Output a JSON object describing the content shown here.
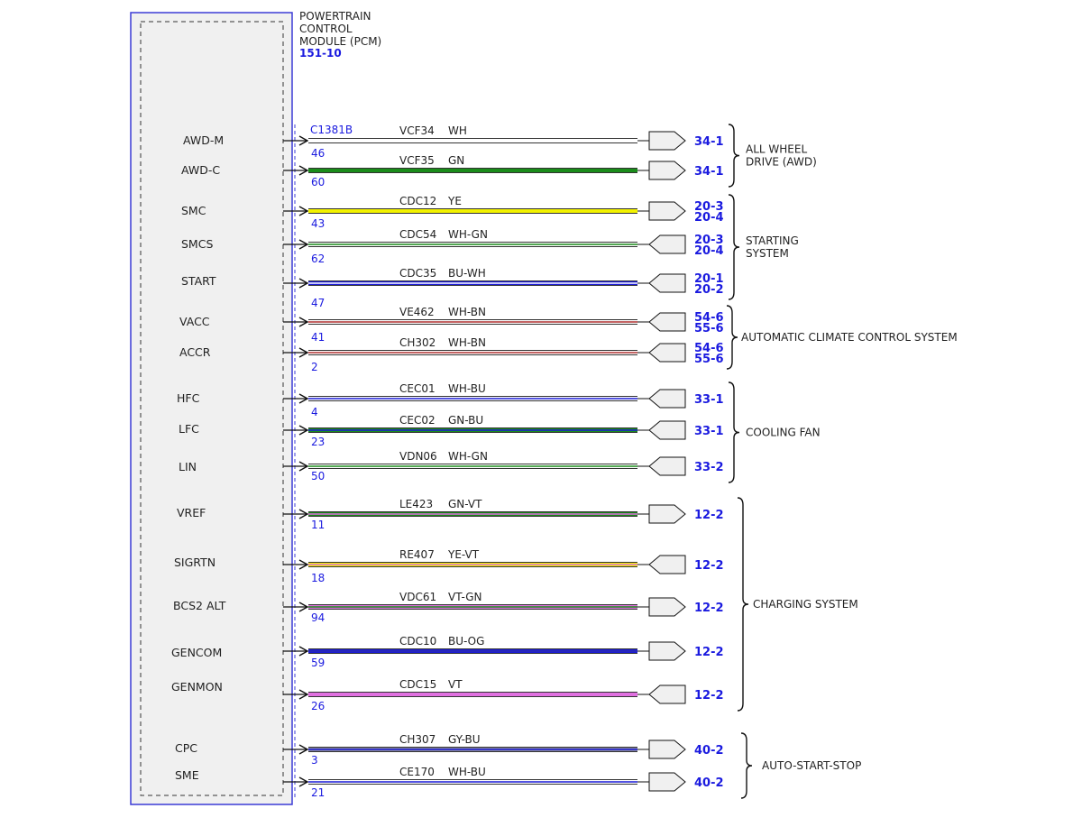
{
  "module": {
    "name_lines": [
      "POWERTRAIN",
      "CONTROL",
      "MODULE (PCM)"
    ],
    "ref": "151-10",
    "connector": "C1381B"
  },
  "colors": {
    "module_border": "#3b3bd6",
    "module_fill": "#f0f0f0",
    "pin_text": "#1a1adf",
    "WH": "#ffffff",
    "GN": "#1a8c1a",
    "YE": "#f2f200",
    "BU": "#1a1ad6",
    "BN": "#b03030",
    "VT": "#e070e0",
    "OG": "#2a2ab0",
    "GY": "#8a8aa0"
  },
  "circuits": [
    {
      "signal": "AWD-M",
      "pin": "46",
      "circuit": "VCF34",
      "wire_color": "WH",
      "dest": [
        "34-1"
      ],
      "connector_dir": "out"
    },
    {
      "signal": "AWD-C",
      "pin": "60",
      "circuit": "VCF35",
      "wire_color": "GN",
      "dest": [
        "34-1"
      ],
      "connector_dir": "out"
    },
    {
      "signal": "SMC",
      "pin": "43",
      "circuit": "CDC12",
      "wire_color": "YE",
      "dest": [
        "20-3",
        "20-4"
      ],
      "connector_dir": "out"
    },
    {
      "signal": "SMCS",
      "pin": "62",
      "circuit": "CDC54",
      "wire_color": "WH-GN",
      "dest": [
        "20-3",
        "20-4"
      ],
      "connector_dir": "in"
    },
    {
      "signal": "START",
      "pin": "47",
      "circuit": "CDC35",
      "wire_color": "BU-WH",
      "dest": [
        "20-1",
        "20-2"
      ],
      "connector_dir": "in"
    },
    {
      "signal": "VACC",
      "pin": "41",
      "circuit": "VE462",
      "wire_color": "WH-BN",
      "dest": [
        "54-6",
        "55-6"
      ],
      "connector_dir": "in"
    },
    {
      "signal": "ACCR",
      "pin": "2",
      "circuit": "CH302",
      "wire_color": "WH-BN",
      "dest": [
        "54-6",
        "55-6"
      ],
      "connector_dir": "in"
    },
    {
      "signal": "HFC",
      "pin": "4",
      "circuit": "CEC01",
      "wire_color": "WH-BU",
      "dest": [
        "33-1"
      ],
      "connector_dir": "in"
    },
    {
      "signal": "LFC",
      "pin": "23",
      "circuit": "CEC02",
      "wire_color": "GN-BU",
      "dest": [
        "33-1"
      ],
      "connector_dir": "in"
    },
    {
      "signal": "LIN",
      "pin": "50",
      "circuit": "VDN06",
      "wire_color": "WH-GN",
      "dest": [
        "33-2"
      ],
      "connector_dir": "in"
    },
    {
      "signal": "VREF",
      "pin": "11",
      "circuit": "LE423",
      "wire_color": "GN-VT",
      "dest": [
        "12-2"
      ],
      "connector_dir": "out"
    },
    {
      "signal": "SIGRTN",
      "pin": "18",
      "circuit": "RE407",
      "wire_color": "YE-VT",
      "dest": [
        "12-2"
      ],
      "connector_dir": "in"
    },
    {
      "signal": "BCS2 ALT",
      "pin": "94",
      "circuit": "VDC61",
      "wire_color": "VT-GN",
      "dest": [
        "12-2"
      ],
      "connector_dir": "out"
    },
    {
      "signal": "GENCOM",
      "pin": "59",
      "circuit": "CDC10",
      "wire_color": "BU-OG",
      "dest": [
        "12-2"
      ],
      "connector_dir": "out"
    },
    {
      "signal": "GENMON",
      "pin": "26",
      "circuit": "CDC15",
      "wire_color": "VT",
      "dest": [
        "12-2"
      ],
      "connector_dir": "in"
    },
    {
      "signal": "CPC",
      "pin": "3",
      "circuit": "CH307",
      "wire_color": "GY-BU",
      "dest": [
        "40-2"
      ],
      "connector_dir": "out"
    },
    {
      "signal": "SME",
      "pin": "21",
      "circuit": "CE170",
      "wire_color": "WH-BU",
      "dest": [
        "40-2"
      ],
      "connector_dir": "out"
    }
  ],
  "systems": [
    {
      "lines": [
        "ALL WHEEL",
        "DRIVE (AWD)"
      ],
      "from": 0,
      "to": 1
    },
    {
      "lines": [
        "STARTING",
        "SYSTEM"
      ],
      "from": 2,
      "to": 4
    },
    {
      "lines": [
        "AUTOMATIC CLIMATE CONTROL SYSTEM"
      ],
      "from": 5,
      "to": 6
    },
    {
      "lines": [
        "COOLING FAN"
      ],
      "from": 7,
      "to": 9
    },
    {
      "lines": [
        "CHARGING SYSTEM"
      ],
      "from": 10,
      "to": 14
    },
    {
      "lines": [
        "AUTO-START-STOP"
      ],
      "from": 15,
      "to": 16
    }
  ]
}
